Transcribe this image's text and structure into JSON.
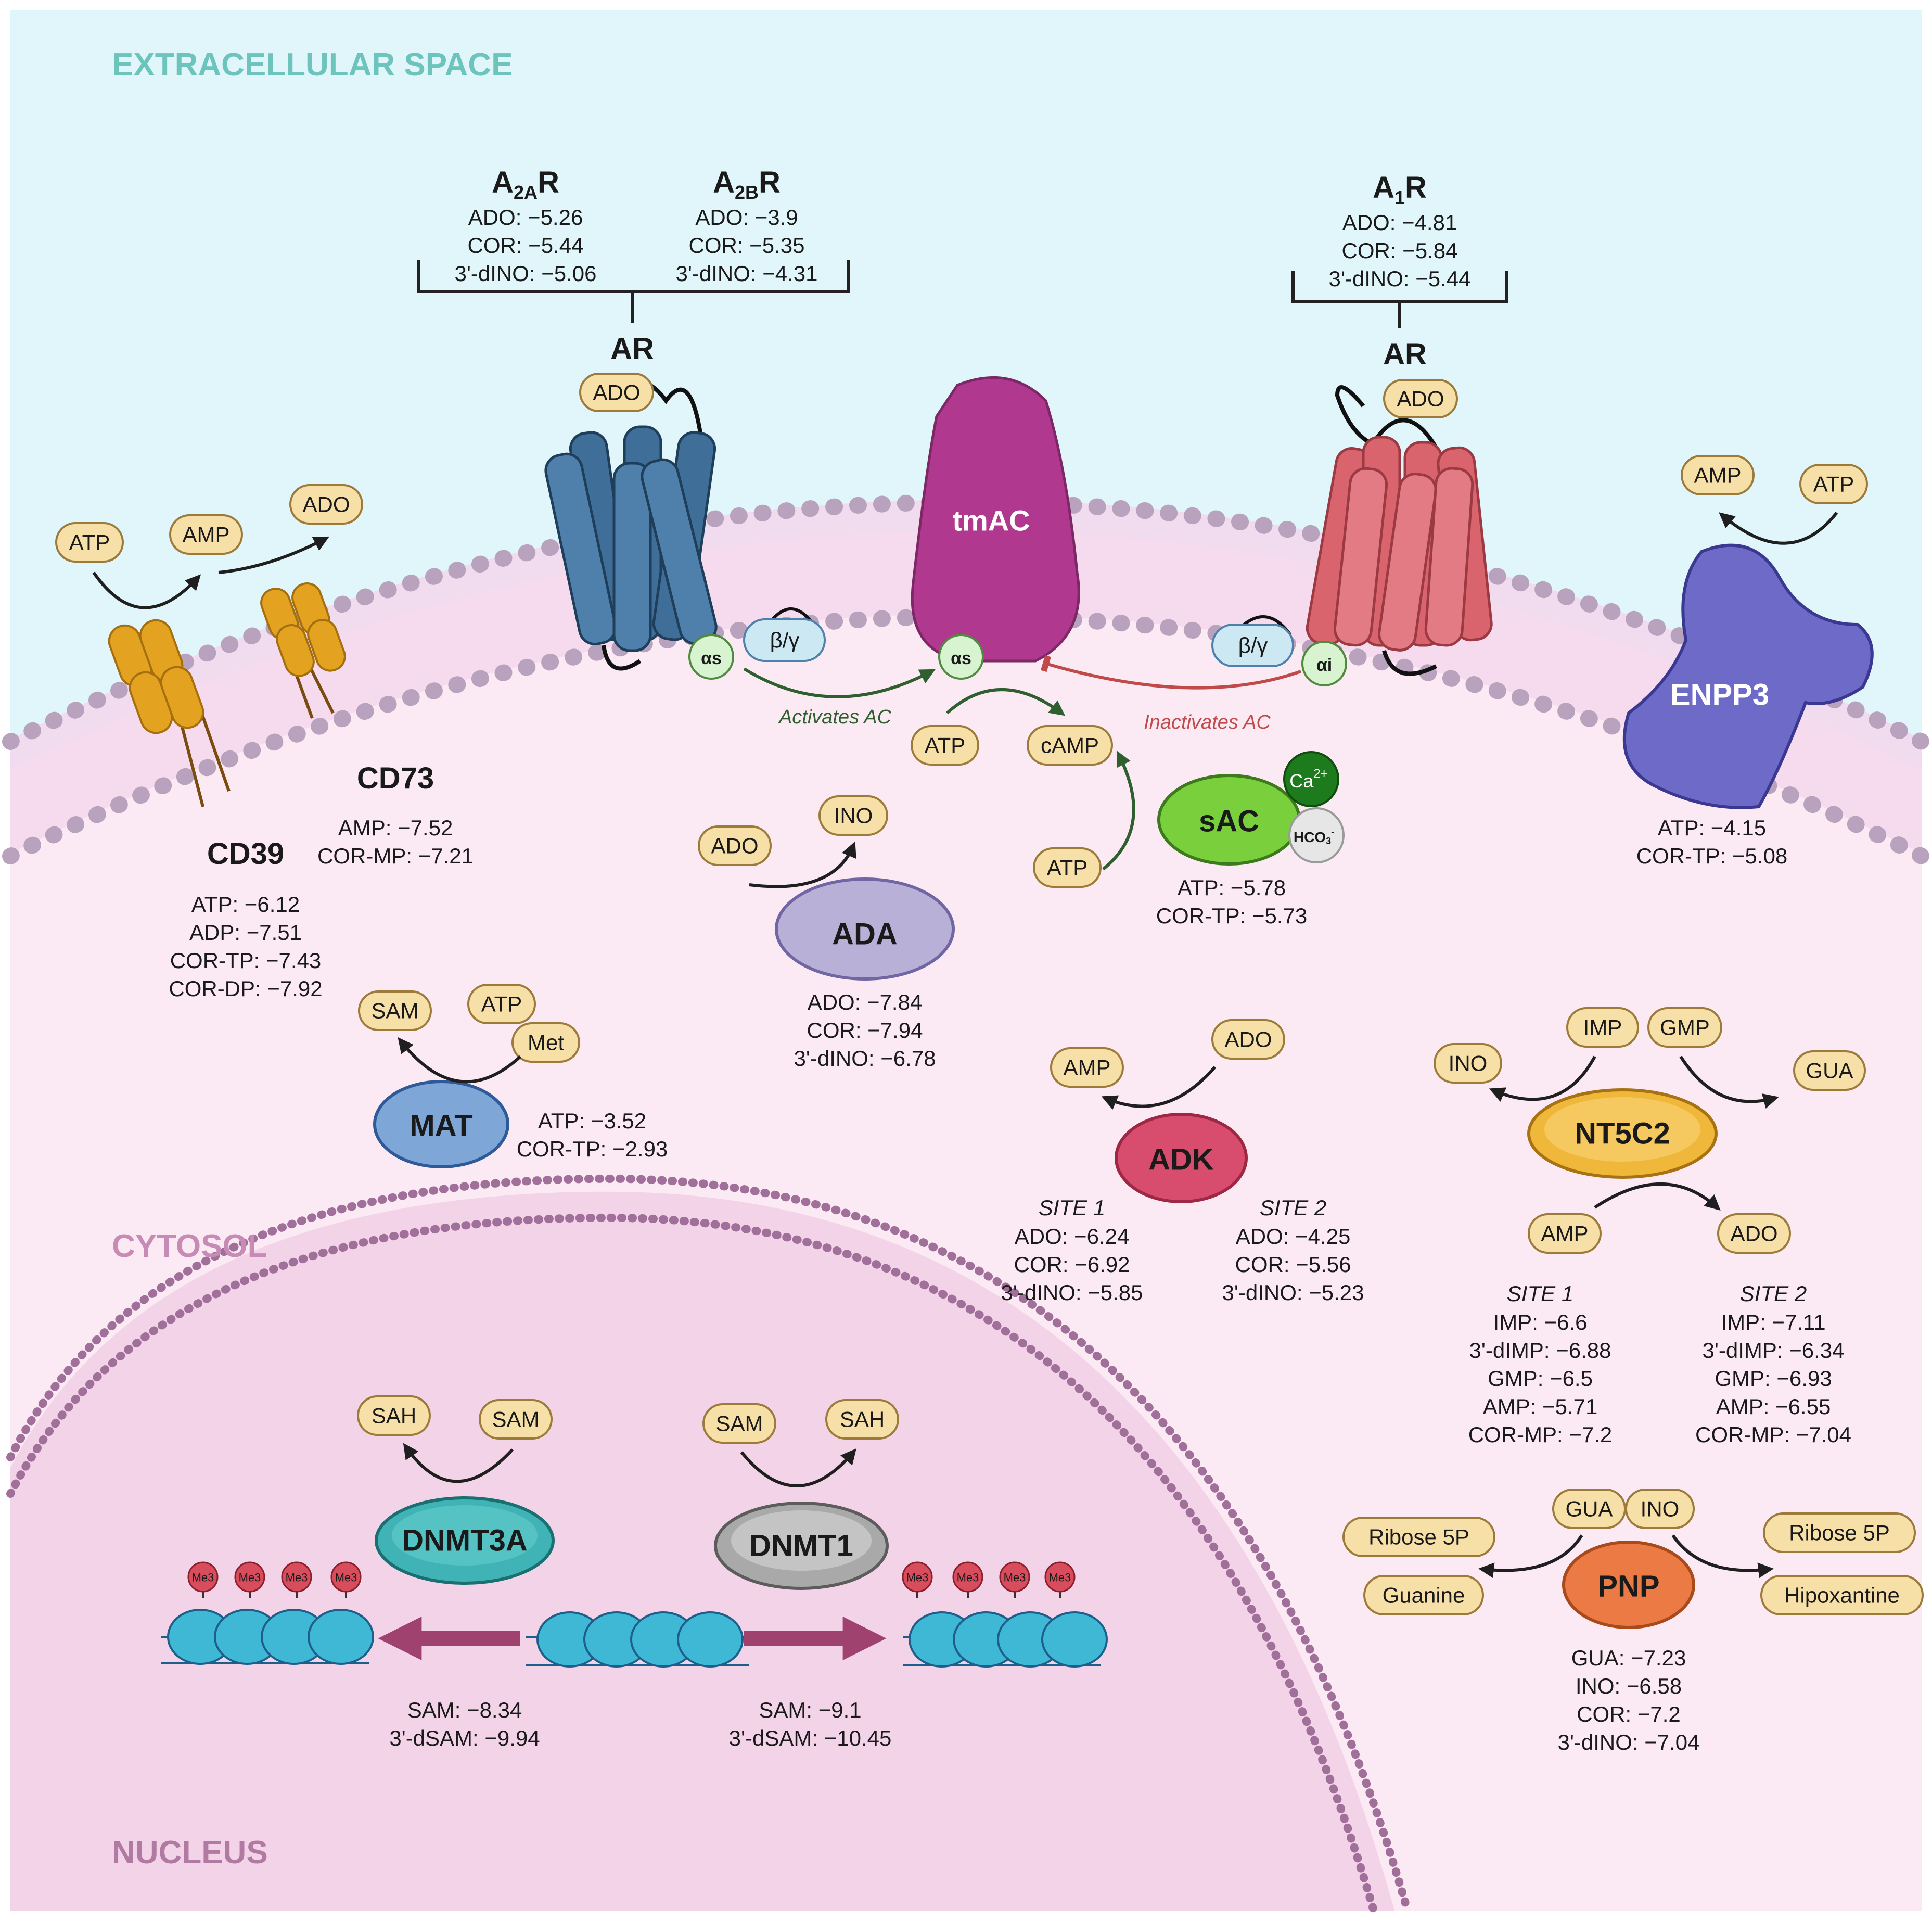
{
  "regions": {
    "extracellular": "EXTRACELLULAR SPACE",
    "cytosol": "CYTOSOL",
    "nucleus": "NUCLEUS"
  },
  "colors": {
    "extracellular_bg": "#e1f6fb",
    "cytosol_bg": "#fbe9f3",
    "nucleus_bg": "#f3d3e7",
    "membrane_head": "#b9a2bd",
    "region_extracellular_text": "#6cc4bd",
    "region_cytosol_text": "#c88bb5",
    "region_nucleus_text": "#b07aa2",
    "a2r": "#3f6e98",
    "a1r": "#d9646d",
    "tmac": "#b0388e",
    "enpp3": "#6e6ac8",
    "cd39": "#e3a21f",
    "ada": "#b9b0d8",
    "sac": "#7ad03c",
    "adk": "#d84d6d",
    "nt5c2": "#f0b83b",
    "pnp": "#ec7a44",
    "mat": "#7ea6d6",
    "dnmt3a": "#3fb3b5",
    "dnmt1": "#a9a9a9",
    "activate": "#2f5f2f",
    "inactivate": "#c04a4a"
  },
  "receptors": {
    "a2a": {
      "name": "A",
      "sub": "2A",
      "suffix": "R",
      "values": [
        "ADO: −5.26",
        "COR: −5.44",
        "3'-dINO: −5.06"
      ]
    },
    "a2b": {
      "name": "A",
      "sub": "2B",
      "suffix": "R",
      "values": [
        "ADO: −3.9",
        "COR: −5.35",
        "3'-dINO: −4.31"
      ]
    },
    "a1": {
      "name": "A",
      "sub": "1",
      "suffix": "R",
      "values": [
        "ADO: −4.81",
        "COR: −5.84",
        "3'-dINO: −5.44"
      ]
    },
    "ar_left_label": "AR",
    "ar_right_label": "AR",
    "left_bound": "ADO",
    "right_bound": "ADO",
    "alpha_s": "αs",
    "alpha_i": "αi",
    "beta_gamma": "β/γ"
  },
  "tmac": {
    "label": "tmAC",
    "alpha": "αs",
    "activates": "Activates AC",
    "inactivates": "Inactivates AC",
    "substrate": "ATP",
    "product": "cAMP"
  },
  "cd39": {
    "label": "CD39",
    "values": [
      "ATP: −6.12",
      "ADP: −7.51",
      "COR-TP: −7.43",
      "COR-DP: −7.92"
    ]
  },
  "cd73": {
    "label": "CD73",
    "values": [
      "AMP: −7.52",
      "COR-MP: −7.21"
    ]
  },
  "ecto": {
    "m1": "ATP",
    "m2": "AMP",
    "m3": "ADO"
  },
  "enpp3": {
    "label": "ENPP3",
    "product": "AMP",
    "substrate": "ATP",
    "values": [
      "ATP: −4.15",
      "COR-TP: −5.08"
    ]
  },
  "sac": {
    "label": "sAC",
    "ca": "Ca",
    "ca_sup": "2+",
    "hco": "HCO",
    "hco_sub": "3",
    "hco_sup": "-",
    "substrate": "ATP",
    "values": [
      "ATP: −5.78",
      "COR-TP: −5.73"
    ]
  },
  "ada": {
    "label": "ADA",
    "substrate": "ADO",
    "product": "INO",
    "values": [
      "ADO: −7.84",
      "COR: −7.94",
      "3'-dINO: −6.78"
    ]
  },
  "mat": {
    "label": "MAT",
    "product": "SAM",
    "sub1": "ATP",
    "sub2": "Met",
    "values": [
      "ATP: −3.52",
      "COR-TP: −2.93"
    ]
  },
  "adk": {
    "label": "ADK",
    "product": "AMP",
    "substrate": "ADO",
    "site1": {
      "title": "SITE 1",
      "values": [
        "ADO: −6.24",
        "COR: −6.92",
        "3'-dINO: −5.85"
      ]
    },
    "site2": {
      "title": "SITE 2",
      "values": [
        "ADO: −4.25",
        "COR: −5.56",
        "3'-dINO: −5.23"
      ]
    }
  },
  "nt5c2": {
    "label": "NT5C2",
    "imp": "IMP",
    "gmp": "GMP",
    "ino": "INO",
    "gua": "GUA",
    "amp": "AMP",
    "ado": "ADO",
    "site1": {
      "title": "SITE 1",
      "values": [
        "IMP: −6.6",
        "3'-dIMP: −6.88",
        "GMP: −6.5",
        "AMP: −5.71",
        "COR-MP: −7.2"
      ]
    },
    "site2": {
      "title": "SITE 2",
      "values": [
        "IMP: −7.11",
        "3'-dIMP: −6.34",
        "GMP: −6.93",
        "AMP: −6.55",
        "COR-MP: −7.04"
      ]
    }
  },
  "pnp": {
    "label": "PNP",
    "gua": "GUA",
    "ino": "INO",
    "ribose_left": "Ribose 5P",
    "guanine": "Guanine",
    "ribose_right": "Ribose 5P",
    "hipoxantine": "Hipoxantine",
    "values": [
      "GUA: −7.23",
      "INO: −6.58",
      "COR: −7.2",
      "3'-dINO: −7.04"
    ]
  },
  "dnmt3a": {
    "label": "DNMT3A",
    "product": "SAH",
    "substrate": "SAM",
    "values": [
      "SAM: −8.34",
      "3'-dSAM: −9.94"
    ]
  },
  "dnmt1": {
    "label": "DNMT1",
    "substrate": "SAM",
    "product": "SAH",
    "values": [
      "SAM: −9.1",
      "3'-dSAM: −10.45"
    ]
  },
  "methyl": "Me3"
}
